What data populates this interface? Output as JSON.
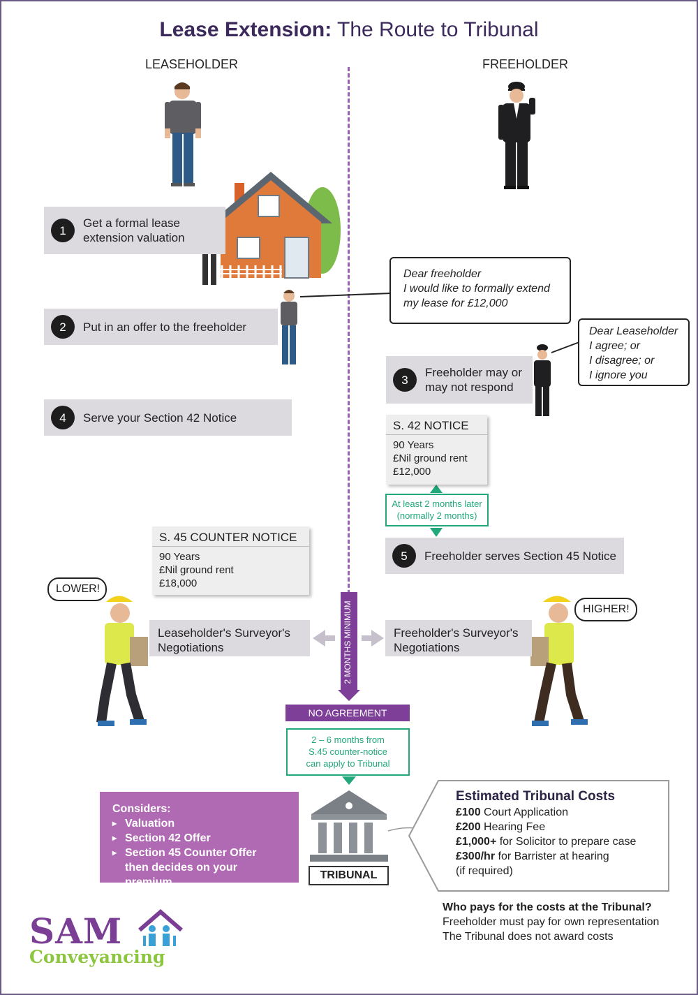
{
  "title": {
    "bold": "Lease Extension:",
    "rest": " The Route to Tribunal"
  },
  "columns": {
    "left": "LEASEHOLDER",
    "right": "FREEHOLDER"
  },
  "steps": [
    {
      "num": "1",
      "text": "Get a formal lease extension valuation"
    },
    {
      "num": "2",
      "text": "Put in an offer to the freeholder"
    },
    {
      "num": "3",
      "text": "Freeholder may or may not respond"
    },
    {
      "num": "4",
      "text": "Serve your Section 42 Notice"
    },
    {
      "num": "5",
      "text": "Freeholder serves Section 45 Notice"
    }
  ],
  "offer_bubble": [
    "Dear freeholder",
    "I would like to formally extend",
    "my lease for £12,000"
  ],
  "response_bubble": [
    "Dear Leaseholder",
    "I agree; or",
    "I disagree; or",
    "I ignore you"
  ],
  "s42": {
    "title": "S. 42 NOTICE",
    "lines": [
      "90 Years",
      "£Nil ground rent",
      "£12,000"
    ]
  },
  "s45": {
    "title": "S. 45 COUNTER NOTICE",
    "lines": [
      "90 Years",
      "£Nil ground rent",
      "£18,000"
    ]
  },
  "wait_box": [
    "At least 2 months later",
    "(normally 2 months)"
  ],
  "speech": {
    "lower": "LOWER!",
    "higher": "HIGHER!"
  },
  "negotiations": {
    "left": "Leaseholder's Surveyor's Negotiations",
    "right": "Freeholder's Surveyor's Negotiations"
  },
  "two_months": "2 MONTHS MINIMUM",
  "no_agreement": "NO AGREEMENT",
  "apply_box": [
    "2 – 6 months from",
    "S.45 counter-notice",
    "can apply to Tribunal"
  ],
  "tribunal": "TRIBUNAL",
  "considers": {
    "heading": "Considers:",
    "items": [
      "Valuation",
      "Section 42 Offer",
      "Section 45 Counter Offer"
    ],
    "tail": "then decides on your premium"
  },
  "costs": {
    "title": "Estimated Tribunal Costs",
    "items": [
      {
        "amount": "£100",
        "desc": " Court Application"
      },
      {
        "amount": "£200",
        "desc": " Hearing Fee"
      },
      {
        "amount": "£1,000+",
        "desc": " for Solicitor to prepare case"
      },
      {
        "amount": "£300/hr",
        "desc": " for Barrister at hearing"
      }
    ],
    "note": "(if required)"
  },
  "who_pays": {
    "question": "Who pays for the costs at the Tribunal?",
    "answers": [
      "Freeholder must pay for own representation",
      "The Tribunal does not award costs"
    ]
  },
  "logo": {
    "top": "SAM",
    "bottom": "Conveyancing"
  },
  "colors": {
    "purple": "#7d3f97",
    "green": "#22a87a",
    "step_bg": "#dcd9df",
    "navy_title": "#3d2a5c",
    "logo_green": "#8cc63f"
  }
}
